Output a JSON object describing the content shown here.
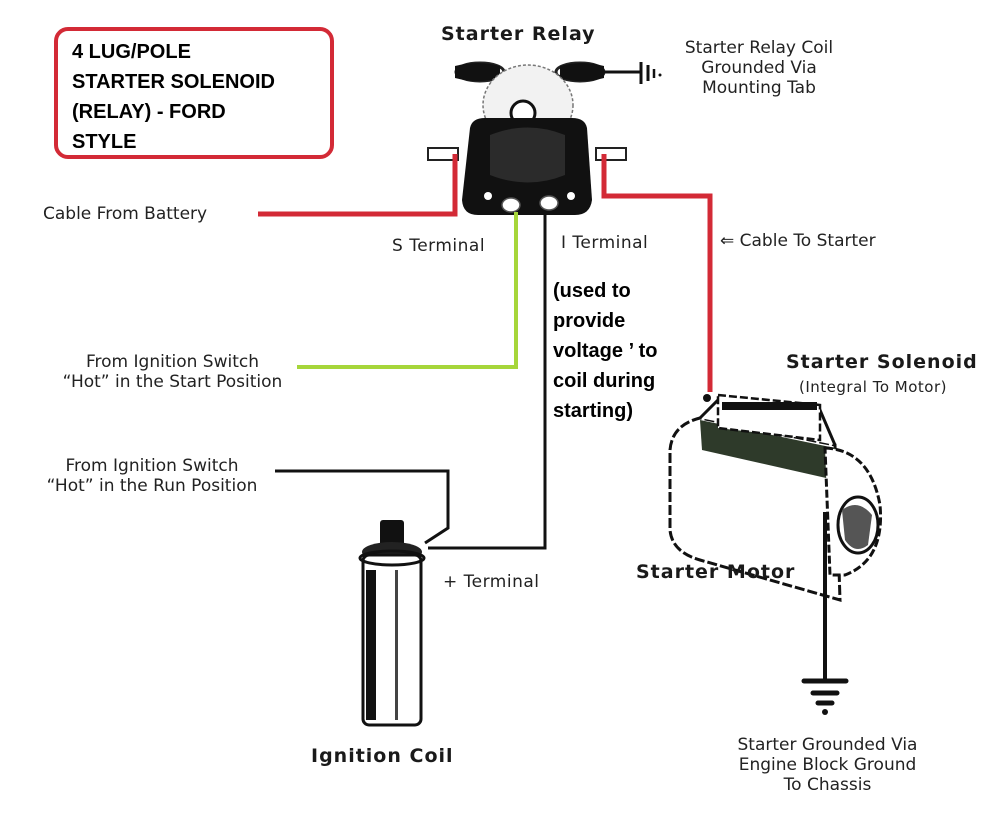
{
  "title_box": {
    "lines": [
      "4 LUG/POLE",
      "STARTER SOLENOID",
      "(RELAY) - FORD",
      "STYLE"
    ],
    "border_color": "#d32a36"
  },
  "components": {
    "starter_relay": "Starter Relay",
    "relay_ground_label": [
      "Starter Relay Coil",
      "Grounded Via",
      "Mounting Tab"
    ],
    "s_terminal": "S Terminal",
    "i_terminal": "I Terminal",
    "starter_solenoid": "Starter Solenoid",
    "starter_solenoid_sub": "(Integral To Motor)",
    "starter_motor": "Starter Motor",
    "ignition_coil": "Ignition Coil",
    "plus_terminal": "+ Terminal"
  },
  "labels": {
    "cable_from_battery": "Cable From Battery",
    "cable_to_starter": "⇐ Cable To Starter",
    "ign_start": [
      "From Ignition Switch",
      "“Hot” in the Start Position"
    ],
    "ign_run": [
      "From Ignition Switch",
      "“Hot” in the Run Position"
    ],
    "starter_ground": [
      "Starter Grounded Via",
      "Engine Block Ground",
      "To Chassis"
    ]
  },
  "note": {
    "lines": [
      "(used to",
      "provide",
      "voltage ’ to",
      "coil during",
      "starting)"
    ]
  },
  "wire_colors": {
    "battery_cable": "#d32a36",
    "start_signal": "#a6d63a",
    "run_signal": "#111111",
    "ground": "#111111"
  }
}
